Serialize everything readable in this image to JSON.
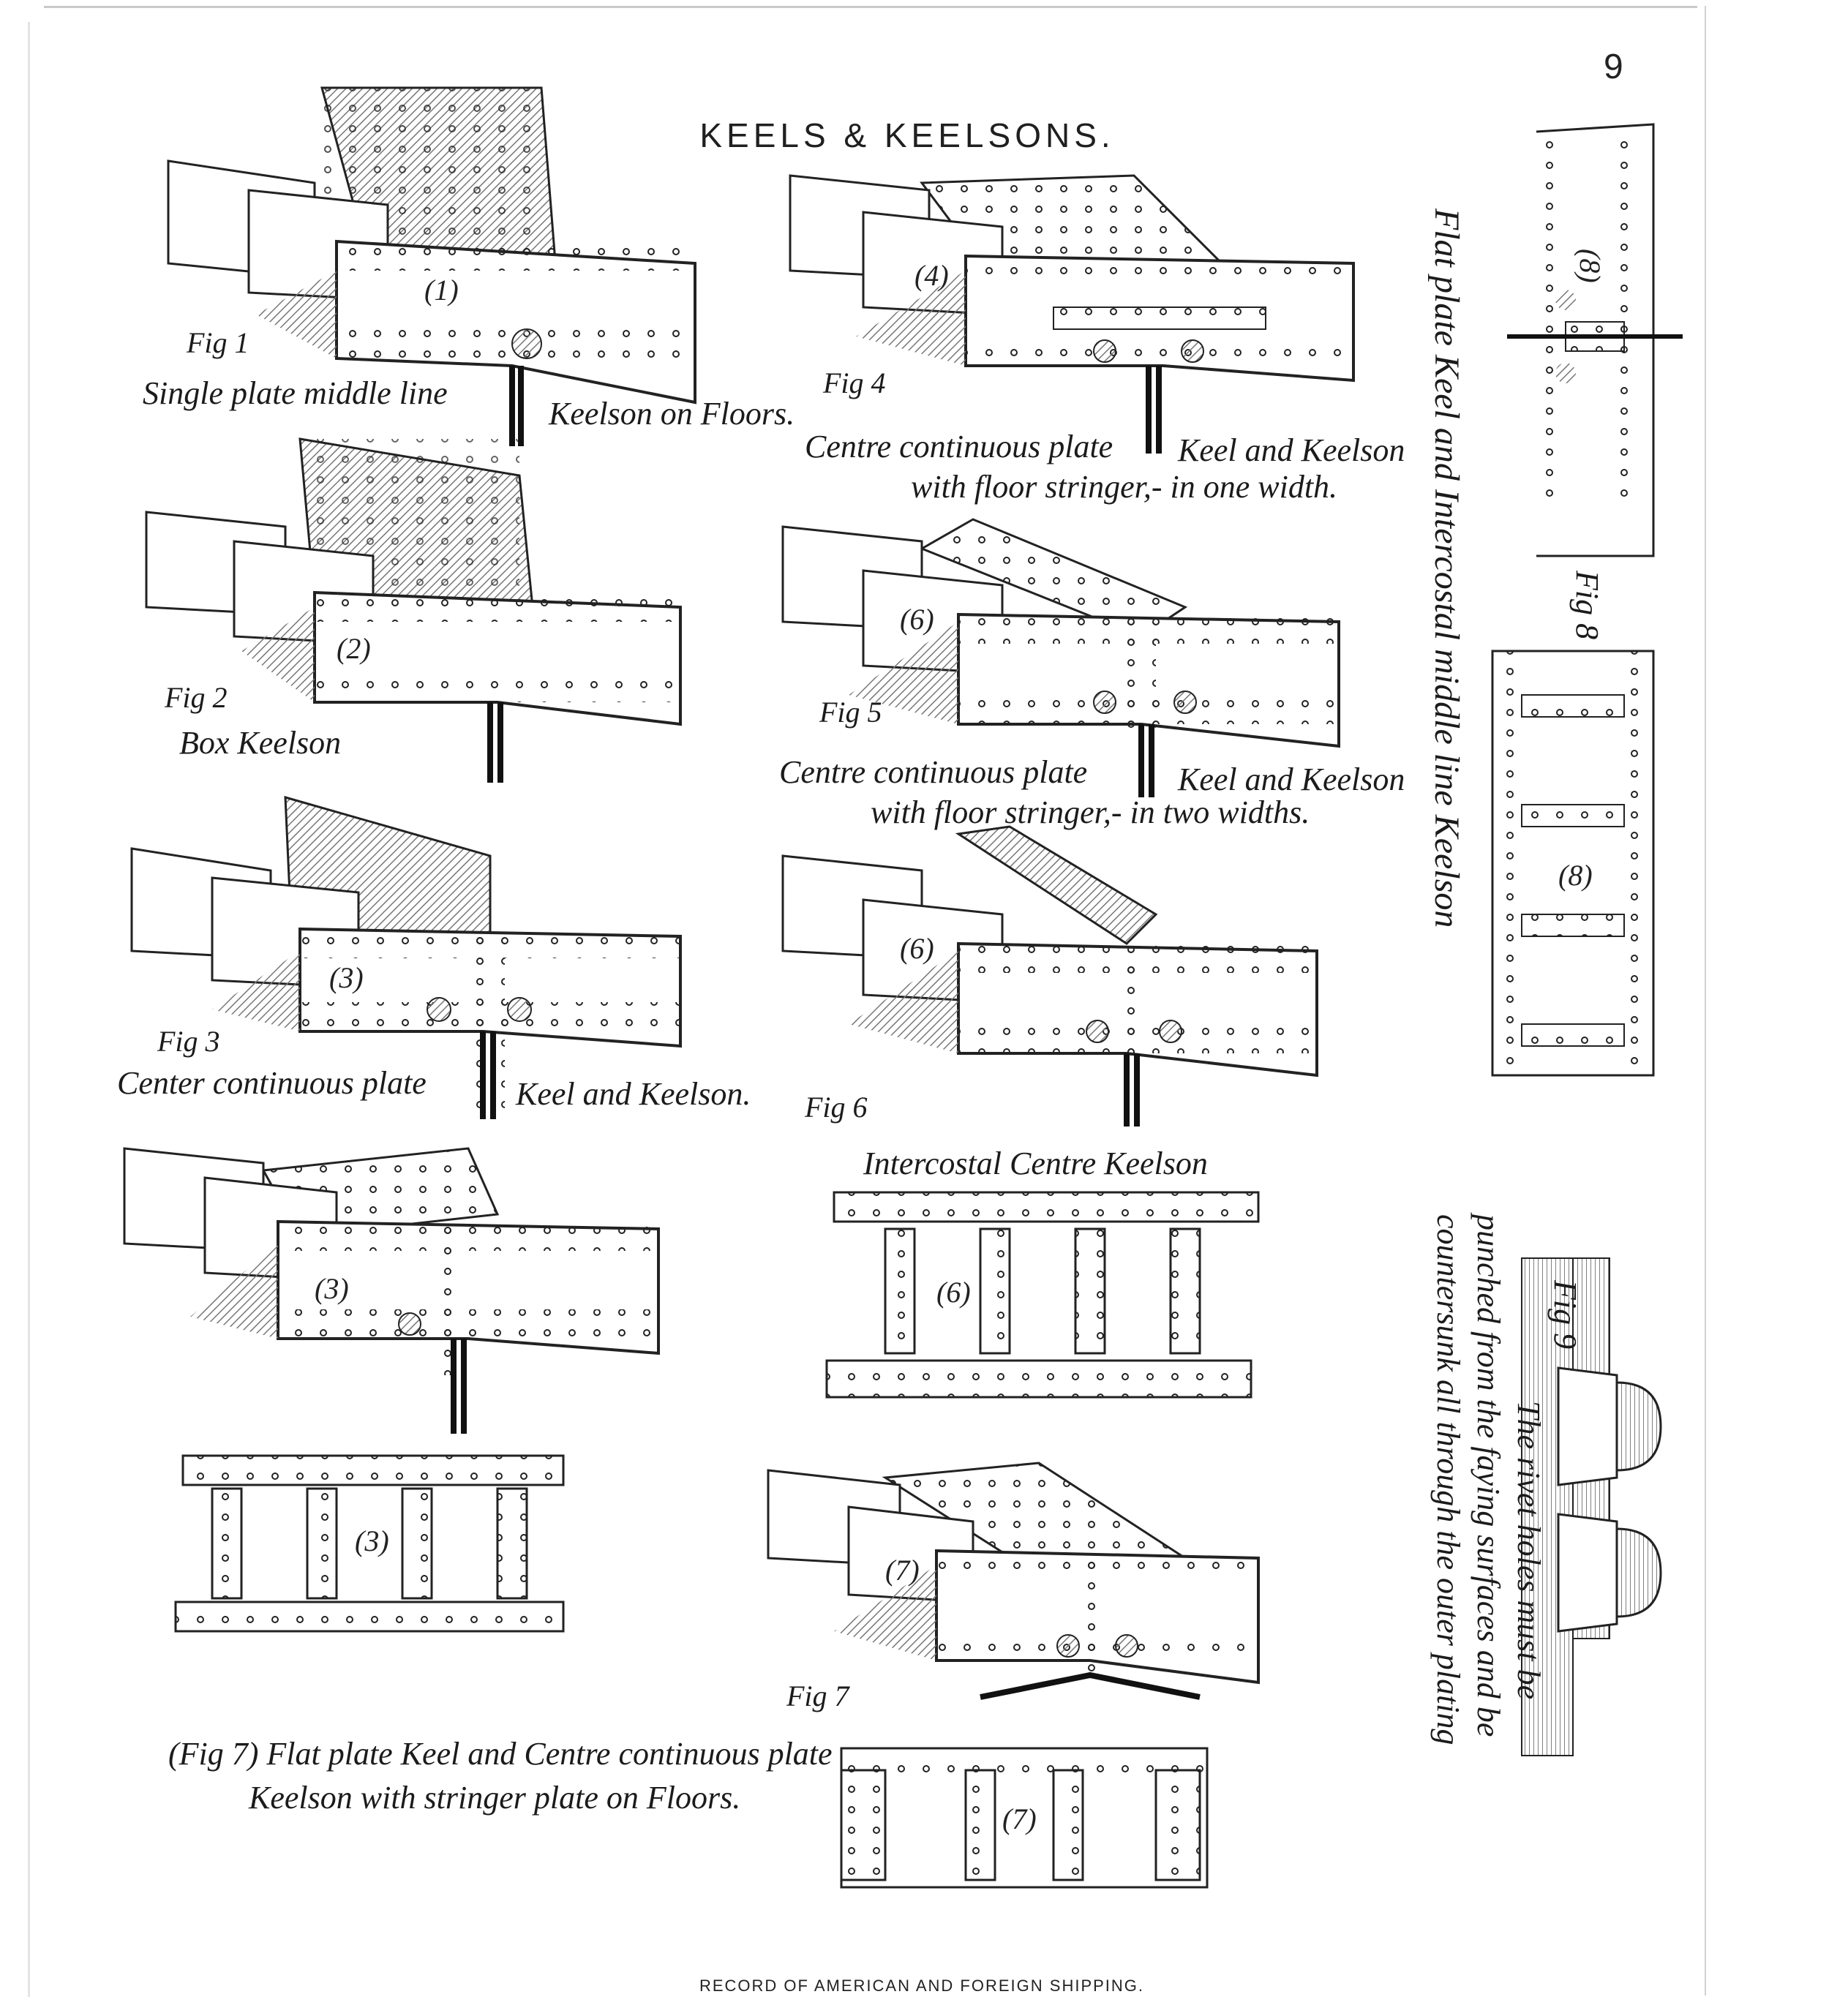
{
  "page": {
    "number": "9",
    "title": "KEELS & KEELSONS.",
    "footer": "RECORD OF AMERICAN AND FOREIGN SHIPPING."
  },
  "figures": {
    "fig1": {
      "number": "(1)",
      "label": "Fig 1",
      "caption_left": "Single plate middle line",
      "caption_right": "Keelson on Floors."
    },
    "fig2": {
      "number": "(2)",
      "label": "Fig 2",
      "caption": "Box Keelson"
    },
    "fig3": {
      "number": "(3)",
      "label": "Fig 3",
      "caption_left": "Center continuous plate",
      "caption_right": "Keel and Keelson."
    },
    "fig3b": {
      "number": "(3)"
    },
    "fig3c": {
      "number": "(3)"
    },
    "fig4": {
      "number": "(4)",
      "label": "Fig 4",
      "caption_line1_left": "Centre continuous plate",
      "caption_line1_right": "Keel and Keelson",
      "caption_line2": "with floor stringer,- in one width."
    },
    "fig5": {
      "number": "(6)",
      "label": "Fig 5",
      "caption_line1_left": "Centre continuous plate",
      "caption_line1_right": "Keel and Keelson",
      "caption_line2": "with floor stringer,- in two widths."
    },
    "fig6": {
      "number": "(6)",
      "label": "Fig 6",
      "caption": "Intercostal Centre Keelson"
    },
    "fig6b": {
      "number": "(6)"
    },
    "fig7": {
      "number": "(7)",
      "label": "Fig 7",
      "caption_line1": "(Fig 7) Flat plate Keel and Centre continuous plate",
      "caption_line2": "Keelson with stringer plate on Floors."
    },
    "fig7b": {
      "number": "(7)"
    },
    "fig8": {
      "number_top": "(8)",
      "number_bottom": "(8)",
      "label": "Fig 8",
      "caption": "Flat plate Keel and Intercostal middle line Keelson"
    },
    "fig9": {
      "label": "Fig 9",
      "caption_line1": "The rivet holes must be",
      "caption_line2": "punched from the faying surfaces and be",
      "caption_line3": "countersunk all through the outer plating"
    }
  }
}
